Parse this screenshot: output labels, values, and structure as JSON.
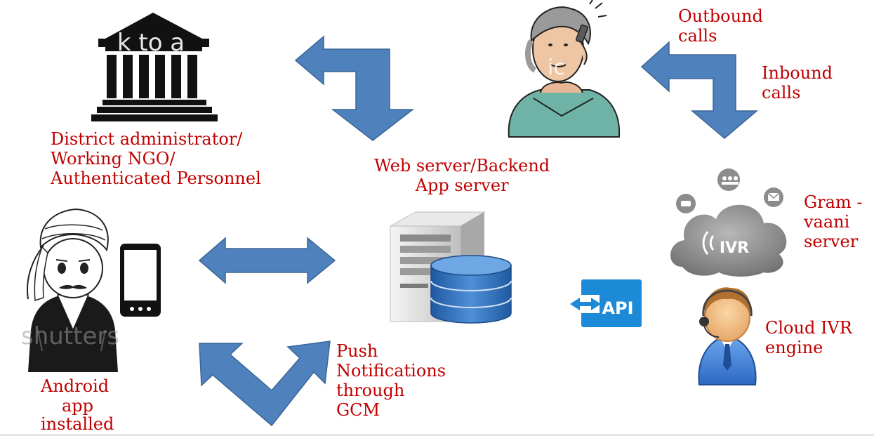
{
  "colors": {
    "label": "#c00000",
    "arrow": "#4f81bd",
    "arrow_border": "#3a6696",
    "building": "#111111",
    "server": "#d9d9d9",
    "database": "#2f6eb5",
    "cloud": "#8c8c8c",
    "api_badge": "#1c8ad6"
  },
  "labels": {
    "district": [
      "District administrator/",
      "Working NGO/",
      "Authenticated Personnel"
    ],
    "web_server": [
      "Web server/Backend",
      "App server"
    ],
    "outbound": [
      "Outbound",
      "calls"
    ],
    "inbound": [
      "Inbound",
      "calls"
    ],
    "gram_vaani": [
      "Gram -",
      "vaani",
      "server"
    ],
    "cloud_ivr": [
      "Cloud IVR",
      "engine"
    ],
    "push": [
      "Push",
      "Notifications",
      "through",
      "GCM"
    ],
    "android": [
      "Android",
      "app",
      "installed"
    ]
  },
  "badges": {
    "ivr": "IVR",
    "api": "API"
  },
  "watermarks": {
    "building_overlay": "k to a",
    "phone_overlay": "ic",
    "stock": "shutters"
  },
  "icons": {
    "government": "government-building-icon",
    "caller": "woman-on-phone-icon",
    "server": "server-database-icon",
    "cloud": "ivr-cloud-icon",
    "api": "api-icon",
    "agent": "call-center-agent-icon",
    "farmer": "farmer-icon",
    "smartphone": "smartphone-icon"
  }
}
